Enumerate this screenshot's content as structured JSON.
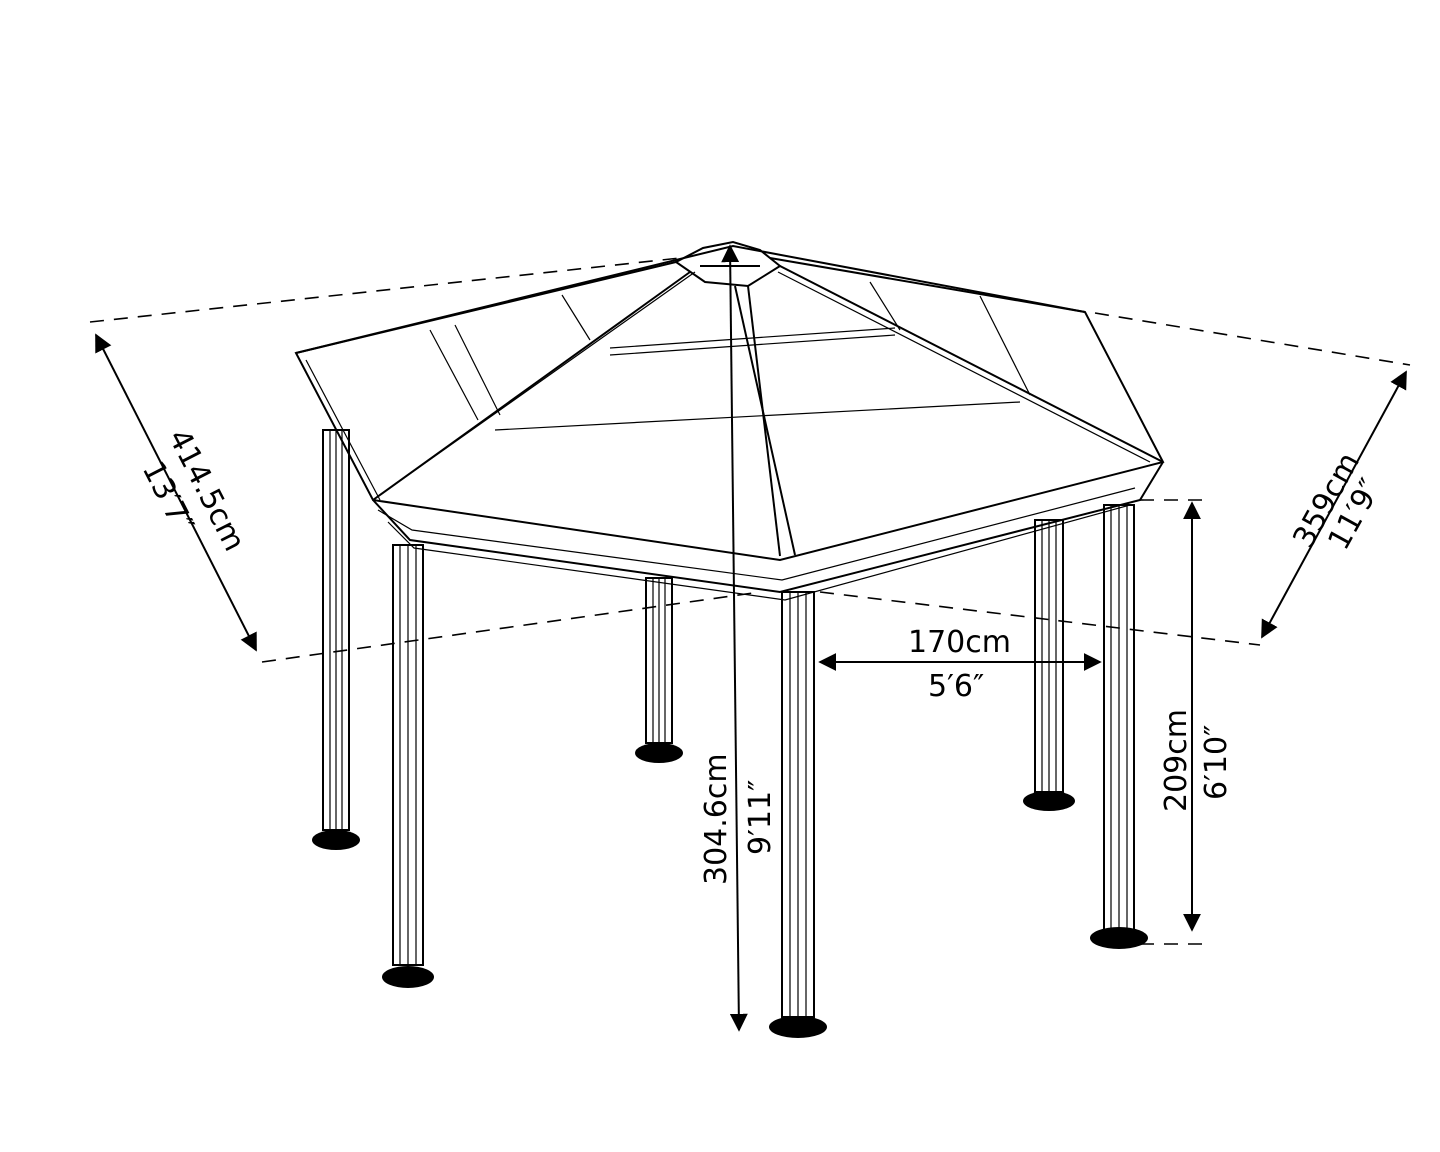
{
  "diagram": {
    "subject": "Hexagonal gazebo with polycarbonate roof",
    "style": "line drawing, black on white",
    "dimensions": {
      "overall_width_left": {
        "metric": "414.5cm",
        "imperial": "13′7″"
      },
      "overall_depth_right": {
        "metric": "359cm",
        "imperial": "11′9″"
      },
      "side_length": {
        "metric": "170cm",
        "imperial": "5′6″"
      },
      "total_height": {
        "metric": "304.6cm",
        "imperial": "9′11″"
      },
      "eave_height": {
        "metric": "209cm",
        "imperial": "6′10″"
      }
    },
    "components": [
      "roof-finial",
      "roof-panels",
      "roof-ribs",
      "fascia-beam",
      "posts",
      "post-bases"
    ],
    "post_count": 6
  }
}
